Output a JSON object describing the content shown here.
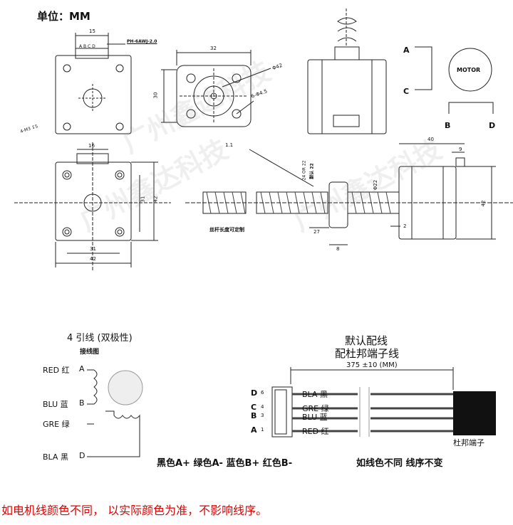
{
  "header": {
    "unit_label": "单位：MM"
  },
  "drawing": {
    "connector_part": "PH-6AWJ-2.0",
    "pins_abcd": "A B C D",
    "dim_15": "15",
    "dim_32": "32",
    "dim_30": "30",
    "dim_phi42": "Φ42",
    "dim_6_phi45": "6-Φ4.5",
    "hole_spec": "4-M3 ↧5",
    "dim_16": "16",
    "dim_31_h": "31",
    "dim_31_v": "31",
    "dim_42_h": "42",
    "dim_42_v": "42",
    "dim_1_1": "1.1",
    "lead_options": "24 OR 22",
    "default_22": "默认 22",
    "screw_note": "丝杆长度可定制",
    "dim_27": "27",
    "dim_8": "8",
    "dim_phi22": "Φ22",
    "dim_2": "2",
    "dim_40": "40",
    "dim_9": "9",
    "dim_42_side": "42",
    "schematic_A": "A",
    "schematic_C": "C",
    "schematic_B": "B",
    "schematic_D": "D",
    "motor_label": "MOTOR",
    "watermark": "广州鑫达科技"
  },
  "wiring": {
    "title": "4 引线 (双极性)",
    "subtitle": "接线图",
    "wires": [
      {
        "label": "RED 红",
        "pin": "A"
      },
      {
        "label": "BLU 蓝",
        "pin": "B"
      },
      {
        "label": "GRE 绿",
        "pin": ""
      },
      {
        "label": "BLA 黑",
        "pin": "D"
      }
    ]
  },
  "harness": {
    "title_1": "默认配线",
    "title_2": "配杜邦端子线",
    "length": "375 ±10 (MM)",
    "left_pins": [
      {
        "pin": "D",
        "num": "6",
        "wire": "BLA 黑"
      },
      {
        "pin": "C",
        "num": "4",
        "wire": "GRE 绿"
      },
      {
        "pin": "B",
        "num": "3",
        "wire": "BLU 蓝"
      },
      {
        "pin": "A",
        "num": "1",
        "wire": "RED 红"
      }
    ],
    "terminal_label": "杜邦端子"
  },
  "legend": {
    "colors": "黑色A+  绿色A-  蓝色B+  红色B-",
    "order_note": "如线色不同 线序不变"
  },
  "footer": {
    "note": "如电机线颜色不同， 以实际颜色为准，不影响线序。"
  }
}
